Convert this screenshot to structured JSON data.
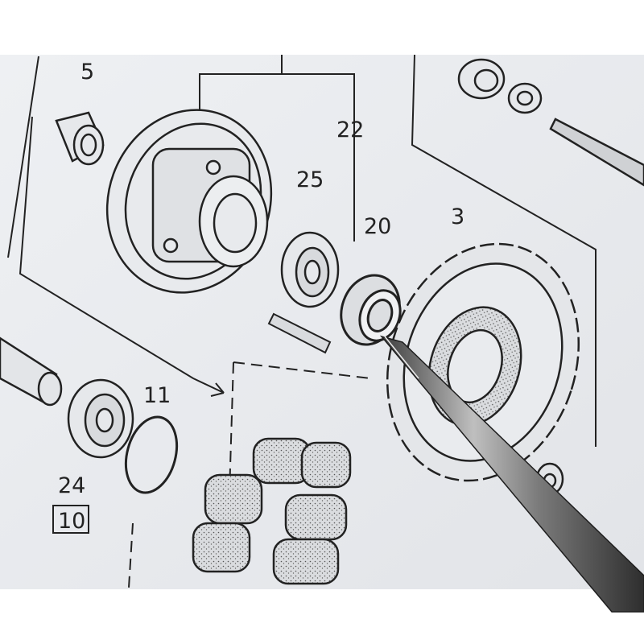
{
  "diagram": {
    "part_labels": [
      "5",
      "22",
      "25",
      "20",
      "3",
      "11",
      "24"
    ],
    "boxed_label": "10"
  },
  "colors": {
    "paper": "#e9ebee",
    "ink": "#222222",
    "margin_white": "#ffffff",
    "tool_steel": "#9a9a9a"
  }
}
